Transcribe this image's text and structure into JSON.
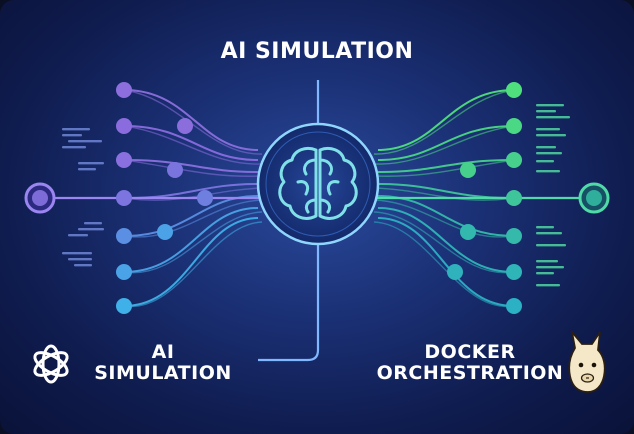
{
  "labels": {
    "top_title": "AI SIMULATION",
    "left_line1": "AI",
    "left_line2": "SIMULATION",
    "right_line1": "DOCKER",
    "right_line2": "ORCHESTRATION"
  },
  "icons": {
    "center": "brain-icon",
    "left_logo": "openai-logo-icon",
    "right_logo": "llama-icon"
  },
  "colors": {
    "background": "#16286a",
    "left_nodes": "#7a6ad8",
    "left_nodes_lower": "#4aa3e0",
    "right_nodes": "#3fd08a",
    "right_nodes_lower": "#2fb8b0",
    "brain": "#7fe0e8",
    "text": "#ffffff"
  }
}
